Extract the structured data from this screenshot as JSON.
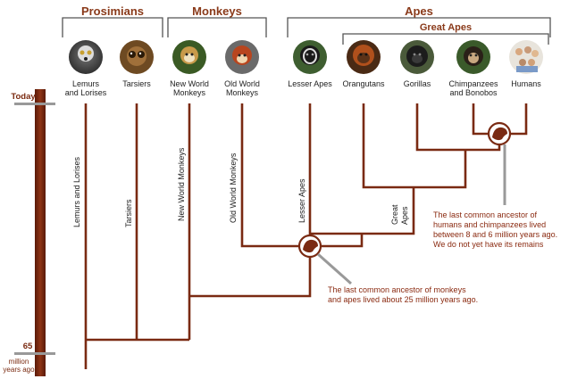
{
  "groups": {
    "prosimians": "Prosimians",
    "monkeys": "Monkeys",
    "apes": "Apes",
    "great_apes": "Great Apes"
  },
  "taxa": [
    {
      "line1": "Lemurs",
      "line2": "and Lorises",
      "icon": "lemur-photo-icon"
    },
    {
      "line1": "Tarsiers",
      "line2": "",
      "icon": "tarsier-photo-icon"
    },
    {
      "line1": "New World",
      "line2": "Monkeys",
      "icon": "new-world-monkey-photo-icon"
    },
    {
      "line1": "Old World",
      "line2": "Monkeys",
      "icon": "old-world-monkey-photo-icon"
    },
    {
      "line1": "Lesser Apes",
      "line2": "",
      "icon": "gibbon-photo-icon"
    },
    {
      "line1": "Orangutans",
      "line2": "",
      "icon": "orangutan-photo-icon"
    },
    {
      "line1": "Gorillas",
      "line2": "",
      "icon": "gorilla-photo-icon"
    },
    {
      "line1": "Chimpanzees",
      "line2": "and Bonobos",
      "icon": "chimpanzee-photo-icon"
    },
    {
      "line1": "Humans",
      "line2": "",
      "icon": "humans-photo-icon"
    }
  ],
  "branch_labels": {
    "lemurs": "Lemurs and Lorises",
    "tarsiers": "Tarsiers",
    "new_world": "New World Monkeys",
    "old_world": "Old World Monkeys",
    "lesser_apes": "Lesser Apes",
    "great_apes_1": "Great",
    "great_apes_2": "Apes"
  },
  "timeline": {
    "today": "Today",
    "mya_value": "65",
    "mya_unit_1": "million",
    "mya_unit_2": "years ago"
  },
  "notes": {
    "monkeys_apes": [
      "The last common ancestor of monkeys",
      "and apes lived about 25 million years ago."
    ],
    "humans_chimps": [
      "The last common ancestor of",
      "humans and chimpanzees lived",
      "between 8 and 6 million years ago.",
      "We do not yet have its remains"
    ]
  },
  "colors": {
    "branch": "#7a2a12",
    "group_title": "#8a3a1a",
    "note_text": "#8a2a10"
  }
}
